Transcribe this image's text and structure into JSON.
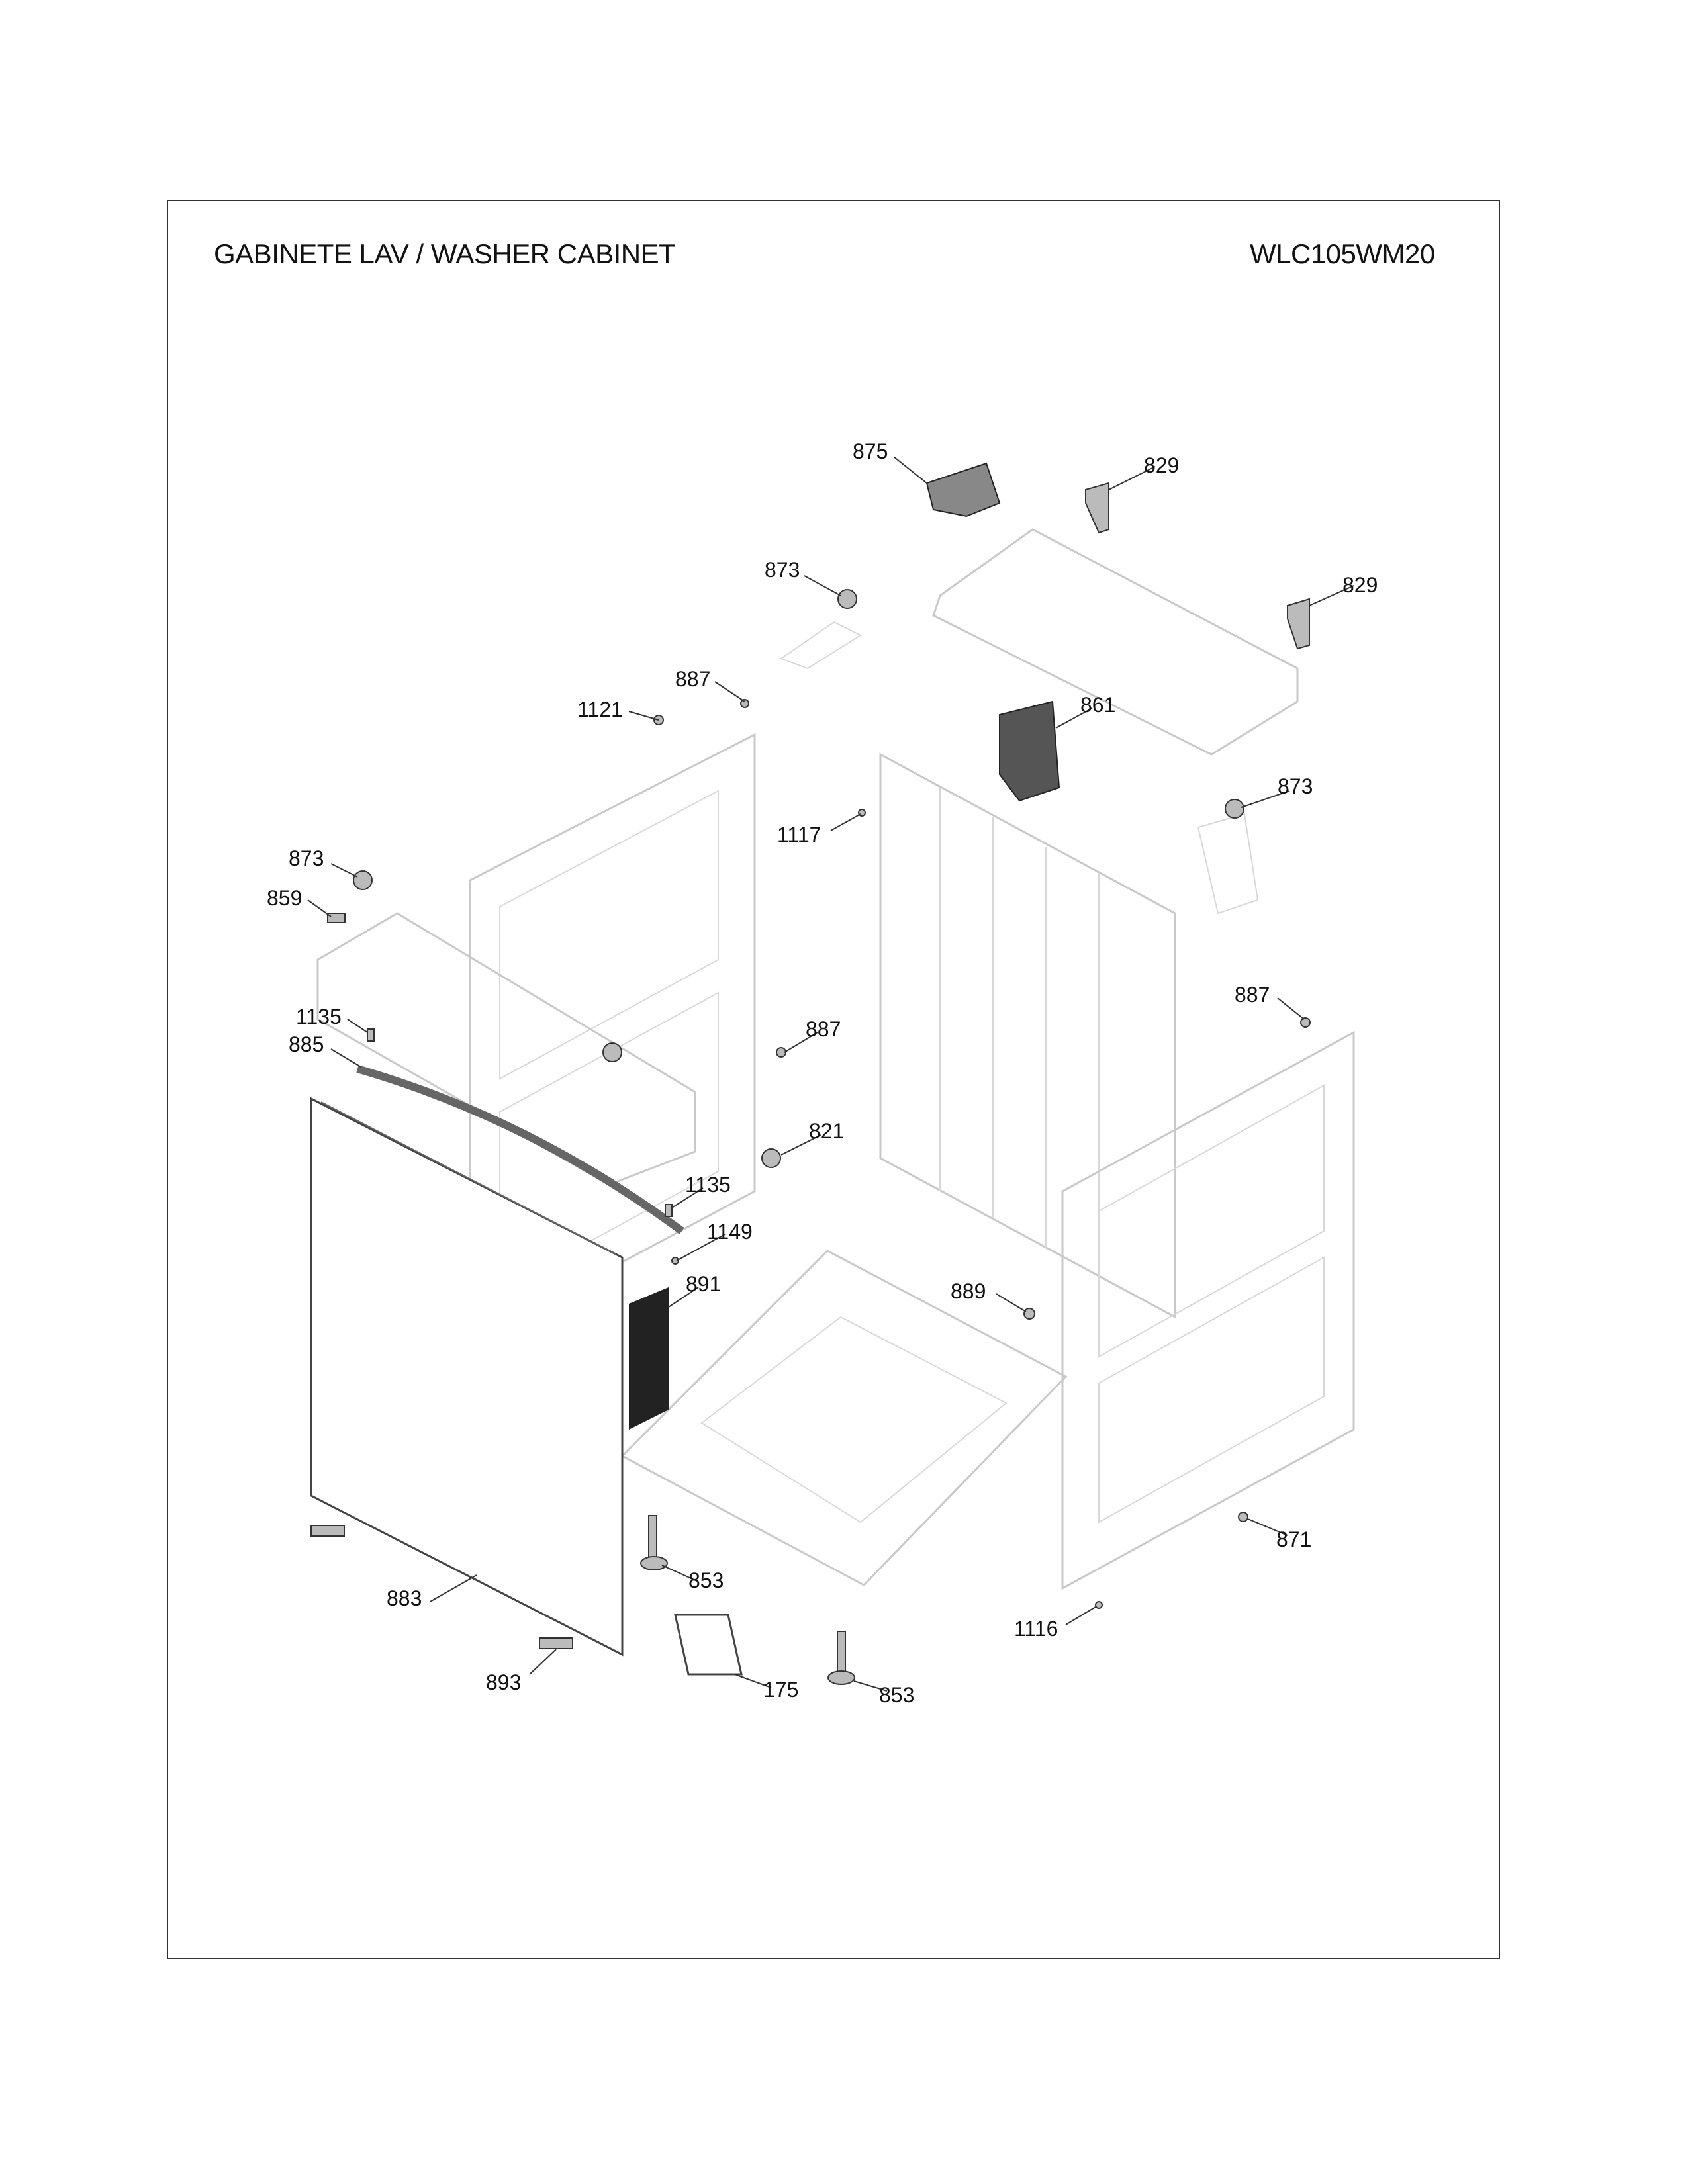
{
  "header": {
    "title": "GABINETE LAV / WASHER CABINET",
    "model": "WLC105WM20"
  },
  "callouts": [
    "875",
    "829",
    "873",
    "829",
    "887",
    "1121",
    "861",
    "1117",
    "873",
    "873",
    "859",
    "887",
    "1135",
    "885",
    "887",
    "821",
    "1135",
    "1149",
    "891",
    "889",
    "871",
    "853",
    "883",
    "1116",
    "893",
    "175",
    "853"
  ]
}
